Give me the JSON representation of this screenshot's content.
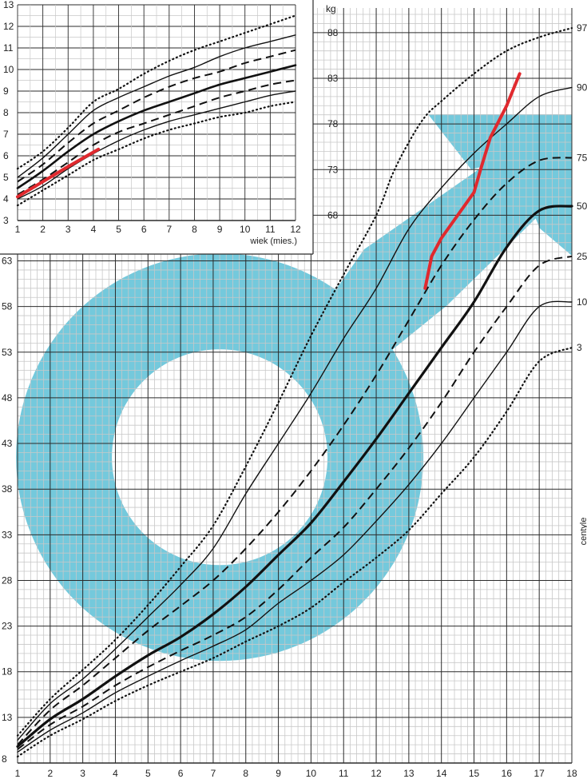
{
  "colors": {
    "background": "#ffffff",
    "grid_major": "#2b2b2b",
    "grid_minor": "#c8c8c8",
    "boy_symbol": "#74c9dc",
    "centile_line": "#111111",
    "child_line": "#e0292e"
  },
  "labels": {
    "unit": "kg",
    "inset_x_title": "wiek (mies.)",
    "side_label": "centyle"
  },
  "chart_data": [
    {
      "id": "infant",
      "type": "line",
      "xlabel": "wiek (mies.)",
      "ylabel": "",
      "xlim": [
        1,
        12
      ],
      "ylim": [
        3,
        13
      ],
      "x_ticks": [
        1,
        2,
        3,
        4,
        5,
        6,
        7,
        8,
        9,
        10,
        11,
        12
      ],
      "y_ticks": [
        3,
        4,
        5,
        6,
        7,
        8,
        9,
        10,
        11,
        12,
        13
      ],
      "series": [
        {
          "centile": "97",
          "style": "dotted",
          "points": [
            [
              1,
              5.4
            ],
            [
              2,
              6.2
            ],
            [
              3,
              7.3
            ],
            [
              4,
              8.5
            ],
            [
              5,
              9.1
            ],
            [
              6,
              9.8
            ],
            [
              7,
              10.4
            ],
            [
              8,
              10.9
            ],
            [
              9,
              11.3
            ],
            [
              10,
              11.7
            ],
            [
              11,
              12.1
            ],
            [
              12,
              12.5
            ]
          ]
        },
        {
          "centile": "90",
          "style": "solid",
          "points": [
            [
              1,
              5.0
            ],
            [
              2,
              5.9
            ],
            [
              3,
              7.0
            ],
            [
              4,
              8.1
            ],
            [
              5,
              8.7
            ],
            [
              6,
              9.2
            ],
            [
              7,
              9.7
            ],
            [
              8,
              10.1
            ],
            [
              9,
              10.6
            ],
            [
              10,
              11.0
            ],
            [
              11,
              11.3
            ],
            [
              12,
              11.6
            ]
          ]
        },
        {
          "centile": "75",
          "style": "dashed",
          "points": [
            [
              1,
              4.8
            ],
            [
              2,
              5.6
            ],
            [
              3,
              6.6
            ],
            [
              4,
              7.5
            ],
            [
              5,
              8.1
            ],
            [
              6,
              8.7
            ],
            [
              7,
              9.2
            ],
            [
              8,
              9.6
            ],
            [
              9,
              9.9
            ],
            [
              10,
              10.3
            ],
            [
              11,
              10.6
            ],
            [
              12,
              10.9
            ]
          ]
        },
        {
          "centile": "50",
          "style": "thick",
          "points": [
            [
              1,
              4.5
            ],
            [
              2,
              5.3
            ],
            [
              3,
              6.2
            ],
            [
              4,
              7.0
            ],
            [
              5,
              7.6
            ],
            [
              6,
              8.1
            ],
            [
              7,
              8.5
            ],
            [
              8,
              8.9
            ],
            [
              9,
              9.3
            ],
            [
              10,
              9.6
            ],
            [
              11,
              9.9
            ],
            [
              12,
              10.2
            ]
          ]
        },
        {
          "centile": "25",
          "style": "dashed",
          "points": [
            [
              1,
              4.2
            ],
            [
              2,
              4.9
            ],
            [
              3,
              5.7
            ],
            [
              4,
              6.5
            ],
            [
              5,
              7.1
            ],
            [
              6,
              7.5
            ],
            [
              7,
              7.9
            ],
            [
              8,
              8.3
            ],
            [
              9,
              8.7
            ],
            [
              10,
              9.0
            ],
            [
              11,
              9.3
            ],
            [
              12,
              9.5
            ]
          ]
        },
        {
          "centile": "10",
          "style": "solid",
          "points": [
            [
              1,
              4.0
            ],
            [
              2,
              4.6
            ],
            [
              3,
              5.4
            ],
            [
              4,
              6.1
            ],
            [
              5,
              6.7
            ],
            [
              6,
              7.2
            ],
            [
              7,
              7.6
            ],
            [
              8,
              7.9
            ],
            [
              9,
              8.2
            ],
            [
              10,
              8.5
            ],
            [
              11,
              8.8
            ],
            [
              12,
              9.0
            ]
          ]
        },
        {
          "centile": "3",
          "style": "dotted",
          "points": [
            [
              1,
              3.7
            ],
            [
              2,
              4.4
            ],
            [
              3,
              5.1
            ],
            [
              4,
              5.8
            ],
            [
              5,
              6.3
            ],
            [
              6,
              6.8
            ],
            [
              7,
              7.2
            ],
            [
              8,
              7.5
            ],
            [
              9,
              7.8
            ],
            [
              10,
              8.0
            ],
            [
              11,
              8.3
            ],
            [
              12,
              8.5
            ]
          ]
        },
        {
          "centile": "child",
          "style": "red",
          "points": [
            [
              1,
              4.1
            ],
            [
              2,
              4.8
            ],
            [
              3,
              5.5
            ],
            [
              4.2,
              6.3
            ]
          ]
        }
      ]
    },
    {
      "id": "main",
      "type": "line",
      "xlabel": "",
      "ylabel": "kg",
      "xlim": [
        1,
        18
      ],
      "ylim": [
        8,
        90
      ],
      "x_ticks": [
        1,
        2,
        3,
        4,
        5,
        6,
        7,
        8,
        9,
        10,
        11,
        12,
        13,
        14,
        15,
        16,
        17,
        18
      ],
      "y_ticks": [
        8,
        13,
        18,
        23,
        28,
        33,
        38,
        43,
        48,
        53,
        58,
        63,
        68,
        73,
        78,
        83,
        88
      ],
      "centile_labels": [
        "97",
        "90",
        "75",
        "50",
        "25",
        "10",
        "3"
      ],
      "series": [
        {
          "centile": "97",
          "style": "dotted",
          "points": [
            [
              1,
              11.0
            ],
            [
              2,
              15.0
            ],
            [
              3,
              18.2
            ],
            [
              4,
              21.5
            ],
            [
              5,
              25.3
            ],
            [
              6,
              29.5
            ],
            [
              7,
              34.0
            ],
            [
              8,
              40.5
            ],
            [
              9,
              47.5
            ],
            [
              10,
              54.8
            ],
            [
              11,
              61.5
            ],
            [
              12,
              68.0
            ],
            [
              12.5,
              72.5
            ],
            [
              13,
              76.0
            ],
            [
              13.5,
              78.8
            ],
            [
              14,
              80.5
            ],
            [
              15,
              83.5
            ],
            [
              16,
              86.0
            ],
            [
              17,
              87.5
            ],
            [
              18,
              88.5
            ]
          ]
        },
        {
          "centile": "90",
          "style": "solid",
          "points": [
            [
              1,
              10.5
            ],
            [
              2,
              14.5
            ],
            [
              3,
              17.2
            ],
            [
              4,
              20.5
            ],
            [
              5,
              24.0
            ],
            [
              6,
              27.5
            ],
            [
              7,
              31.5
            ],
            [
              8,
              37.5
            ],
            [
              9,
              43.0
            ],
            [
              10,
              48.5
            ],
            [
              11,
              54.5
            ],
            [
              12,
              60.0
            ],
            [
              13,
              66.5
            ],
            [
              14,
              71.0
            ],
            [
              15,
              74.8
            ],
            [
              16,
              78.0
            ],
            [
              17,
              81.0
            ],
            [
              18,
              82.0
            ]
          ]
        },
        {
          "centile": "75",
          "style": "dashed",
          "points": [
            [
              1,
              10.0
            ],
            [
              2,
              13.8
            ],
            [
              3,
              16.5
            ],
            [
              4,
              19.5
            ],
            [
              5,
              22.5
            ],
            [
              6,
              25.2
            ],
            [
              7,
              28.0
            ],
            [
              8,
              31.5
            ],
            [
              9,
              35.5
            ],
            [
              10,
              40.0
            ],
            [
              11,
              45.0
            ],
            [
              12,
              50.5
            ],
            [
              13,
              56.5
            ],
            [
              14,
              62.5
            ],
            [
              15,
              67.5
            ],
            [
              16,
              71.5
            ],
            [
              17,
              74.0
            ],
            [
              18,
              74.3
            ]
          ]
        },
        {
          "centile": "50",
          "style": "thick",
          "points": [
            [
              1,
              9.8
            ],
            [
              2,
              12.8
            ],
            [
              3,
              15.0
            ],
            [
              4,
              17.5
            ],
            [
              5,
              19.8
            ],
            [
              6,
              21.8
            ],
            [
              7,
              24.3
            ],
            [
              8,
              27.3
            ],
            [
              9,
              30.8
            ],
            [
              10,
              34.3
            ],
            [
              11,
              38.8
            ],
            [
              12,
              43.5
            ],
            [
              13,
              48.5
            ],
            [
              14,
              53.5
            ],
            [
              15,
              58.5
            ],
            [
              16,
              64.5
            ],
            [
              17,
              68.5
            ],
            [
              18,
              69.0
            ]
          ]
        },
        {
          "centile": "25",
          "style": "dashed",
          "points": [
            [
              1,
              9.5
            ],
            [
              2,
              12.2
            ],
            [
              3,
              14.2
            ],
            [
              4,
              16.5
            ],
            [
              5,
              18.5
            ],
            [
              6,
              20.3
            ],
            [
              7,
              22.0
            ],
            [
              8,
              24.0
            ],
            [
              9,
              27.0
            ],
            [
              10,
              30.5
            ],
            [
              11,
              33.8
            ],
            [
              12,
              38.0
            ],
            [
              13,
              42.5
            ],
            [
              14,
              47.5
            ],
            [
              15,
              53.0
            ],
            [
              16,
              58.0
            ],
            [
              17,
              62.5
            ],
            [
              18,
              63.5
            ]
          ]
        },
        {
          "centile": "10",
          "style": "solid",
          "points": [
            [
              1,
              9.2
            ],
            [
              2,
              11.6
            ],
            [
              3,
              13.5
            ],
            [
              4,
              15.7
            ],
            [
              5,
              17.5
            ],
            [
              6,
              19.2
            ],
            [
              7,
              20.8
            ],
            [
              8,
              22.6
            ],
            [
              9,
              25.5
            ],
            [
              10,
              28.0
            ],
            [
              11,
              30.8
            ],
            [
              12,
              34.5
            ],
            [
              13,
              38.5
            ],
            [
              14,
              43.0
            ],
            [
              15,
              48.0
            ],
            [
              16,
              53.0
            ],
            [
              17,
              58.0
            ],
            [
              18,
              58.5
            ]
          ]
        },
        {
          "centile": "3",
          "style": "dotted",
          "points": [
            [
              1,
              8.7
            ],
            [
              2,
              11.0
            ],
            [
              3,
              12.8
            ],
            [
              4,
              14.8
            ],
            [
              5,
              16.5
            ],
            [
              6,
              18.0
            ],
            [
              7,
              19.5
            ],
            [
              8,
              21.3
            ],
            [
              9,
              23.0
            ],
            [
              10,
              25.0
            ],
            [
              11,
              27.8
            ],
            [
              12,
              30.5
            ],
            [
              13,
              33.5
            ],
            [
              14,
              37.5
            ],
            [
              15,
              41.5
            ],
            [
              16,
              46.5
            ],
            [
              17,
              52.0
            ],
            [
              18,
              53.5
            ]
          ]
        },
        {
          "centile": "child",
          "style": "red",
          "points": [
            [
              13.5,
              60.0
            ],
            [
              13.7,
              63.5
            ],
            [
              14,
              65.5
            ],
            [
              14.5,
              68.0
            ],
            [
              15,
              70.5
            ],
            [
              15.2,
              73.0
            ],
            [
              15.5,
              76.5
            ],
            [
              16,
              80.0
            ],
            [
              16.4,
              83.5
            ]
          ]
        }
      ]
    }
  ]
}
